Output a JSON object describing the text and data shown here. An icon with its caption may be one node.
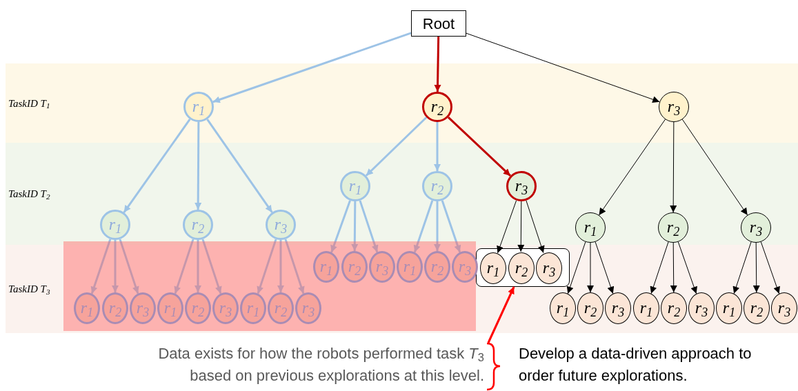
{
  "diagram": {
    "nodes": [
      {
        "text": [
          "Root"
        ]
      },
      {
        "text": [
          "TaskID T$_{1}$"
        ]
      },
      {
        "text": [
          "r$_{1}$"
        ],
        "in": 1
      },
      {
        "text": [
          "r$_{2}$"
        ],
        "in": 1
      },
      {
        "text": [
          "r$_{3}$"
        ],
        "in": 1
      },
      {
        "text": [
          "TaskID T$_{2}$"
        ]
      },
      {
        "text": [
          "r$_{1}$"
        ],
        "in": 5
      },
      {
        "text": [
          "r$_{2}$"
        ],
        "in": 5
      },
      {
        "text": [
          "r$_{3}$"
        ],
        "in": 5
      },
      {
        "text": [
          "r$_{1}$"
        ],
        "in": 5
      },
      {
        "text": [
          "r$_{2}$"
        ],
        "in": 5
      },
      {
        "text": [
          "r$_{3}$"
        ],
        "in": 5
      },
      {
        "text": [
          "r$_{1}$"
        ],
        "in": 5
      },
      {
        "text": [
          "r$_{2}$"
        ],
        "in": 5
      },
      {
        "text": [
          "r$_{3}$"
        ],
        "in": 5
      },
      {
        "text": [
          "TaskID T$_{3}$"
        ]
      },
      {
        "text": [
          "r$_{1}$"
        ],
        "in": 15
      },
      {
        "text": [
          "r$_{2}$"
        ],
        "in": 15
      },
      {
        "text": [
          "r$_{3}$"
        ],
        "in": 15
      },
      {
        "text": [
          "r$_{1}$"
        ],
        "in": 15
      },
      {
        "text": [
          "r$_{2}$"
        ],
        "in": 15
      },
      {
        "text": [
          "r$_{3}$"
        ],
        "in": 15
      },
      {
        "text": [
          "r$_{1}$"
        ],
        "in": 15
      },
      {
        "text": [
          "r$_{2}$"
        ],
        "in": 15
      },
      {
        "text": [
          "r$_{3}$"
        ],
        "in": 15
      },
      {
        "text": [
          "r$_{1}$"
        ],
        "in": 15
      },
      {
        "text": [
          "r$_{2}$"
        ],
        "in": 15
      },
      {
        "text": [
          "r$_{3}$"
        ],
        "in": 15
      },
      {
        "text": [
          "r$_{1}$"
        ],
        "in": 15
      },
      {
        "text": [
          "r$_{2}$"
        ],
        "in": 15
      },
      {
        "text": [
          "r$_{3}$"
        ],
        "in": 15
      },
      {
        "text": [],
        "shape": "box",
        "in": 15
      },
      {
        "text": [
          "r$_{1}$"
        ],
        "in": 31
      },
      {
        "text": [
          "r$_{2}$"
        ],
        "in": 31
      },
      {
        "text": [
          "r$_{3}$"
        ],
        "in": 31
      },
      {
        "text": [
          "r$_{1}$"
        ],
        "in": 15
      },
      {
        "text": [
          "r$_{2}$"
        ],
        "in": 15
      },
      {
        "text": [
          "r$_{3}$"
        ],
        "in": 15
      },
      {
        "text": [
          "r$_{1}$"
        ],
        "in": 15
      },
      {
        "text": [
          "r$_{2}$"
        ],
        "in": 15
      },
      {
        "text": [
          "r$_{3}$"
        ],
        "in": 15
      },
      {
        "text": [
          "r$_{1}$"
        ],
        "in": 15
      },
      {
        "text": [
          "r$_{2}$"
        ],
        "in": 15
      },
      {
        "text": [
          "r$_{3}$"
        ],
        "in": 15
      },
      {
        "text": [
          "Data exists for how the robots performed task *T*$_{3}$ based on previous explorations at this level."
        ]
      }
    ],
    "edges": [
      {
        "from": 0,
        "to": 2,
        "arrow": "to"
      },
      {
        "from": 0,
        "to": 3,
        "arrow": "to",
        "color": "#c00000"
      },
      {
        "from": 0,
        "to": 4,
        "arrow": "to",
        "color": "#000000"
      },
      {
        "from": 2,
        "to": 6,
        "arrow": "to"
      },
      {
        "from": 2,
        "to": 7,
        "arrow": "to"
      },
      {
        "from": 2,
        "to": 8,
        "arrow": "to"
      },
      {
        "from": 3,
        "to": 9,
        "arrow": "to"
      },
      {
        "from": 3,
        "to": 10,
        "arrow": "to"
      },
      {
        "from": 3,
        "to": 11,
        "arrow": "to",
        "color": "#c00000"
      },
      {
        "from": 4,
        "to": 12,
        "arrow": "to",
        "color": "#000000"
      },
      {
        "from": 4,
        "to": 13,
        "arrow": "to",
        "color": "#000000"
      },
      {
        "from": 4,
        "to": 14,
        "arrow": "to",
        "color": "#000000"
      },
      {
        "from": 6,
        "to": 16,
        "arrow": "to"
      },
      {
        "from": 6,
        "to": 17,
        "arrow": "to"
      },
      {
        "from": 6,
        "to": 18,
        "arrow": "to"
      },
      {
        "from": 7,
        "to": 19,
        "arrow": "to"
      },
      {
        "from": 7,
        "to": 20,
        "arrow": "to"
      },
      {
        "from": 7,
        "to": 21,
        "arrow": "to"
      },
      {
        "from": 8,
        "to": 22,
        "arrow": "to"
      },
      {
        "from": 8,
        "to": 23,
        "arrow": "to"
      },
      {
        "from": 8,
        "to": 24,
        "arrow": "to"
      },
      {
        "from": 9,
        "to": 25,
        "arrow": "to"
      },
      {
        "from": 9,
        "to": 26,
        "arrow": "to"
      },
      {
        "from": 9,
        "to": 27,
        "arrow": "to"
      },
      {
        "from": 10,
        "to": 28,
        "arrow": "to"
      },
      {
        "from": 10,
        "to": 29,
        "arrow": "to"
      },
      {
        "from": 10,
        "to": 30,
        "arrow": "to"
      },
      {
        "from": 11,
        "to": 32,
        "arrow": "to",
        "color": "#000000"
      },
      {
        "from": 11,
        "to": 33,
        "arrow": "to",
        "color": "#000000"
      },
      {
        "from": 11,
        "to": 34,
        "arrow": "to",
        "color": "#000000"
      },
      {
        "from": 12,
        "to": 35,
        "arrow": "to",
        "color": "#000000"
      },
      {
        "from": 12,
        "to": 36,
        "arrow": "to",
        "color": "#000000"
      },
      {
        "from": 12,
        "to": 37,
        "arrow": "to",
        "color": "#000000"
      },
      {
        "from": 13,
        "to": 38,
        "arrow": "to",
        "color": "#000000"
      },
      {
        "from": 13,
        "to": 39,
        "arrow": "to",
        "color": "#000000"
      },
      {
        "from": 13,
        "to": 40,
        "arrow": "to",
        "color": "#000000"
      },
      {
        "from": 14,
        "to": 41,
        "arrow": "to",
        "color": "#000000"
      },
      {
        "from": 14,
        "to": 42,
        "arrow": "to",
        "color": "#000000"
      },
      {
        "from": 14,
        "to": 43,
        "arrow": "to",
        "color": "#000000"
      },
      {
        "from": 44,
        "to": 31,
        "arrow": "to",
        "color": "#ff0000"
      }
    ],
    "labels": [
      "Develop a data-driven approach to order future explorations."
    ]
  }
}
